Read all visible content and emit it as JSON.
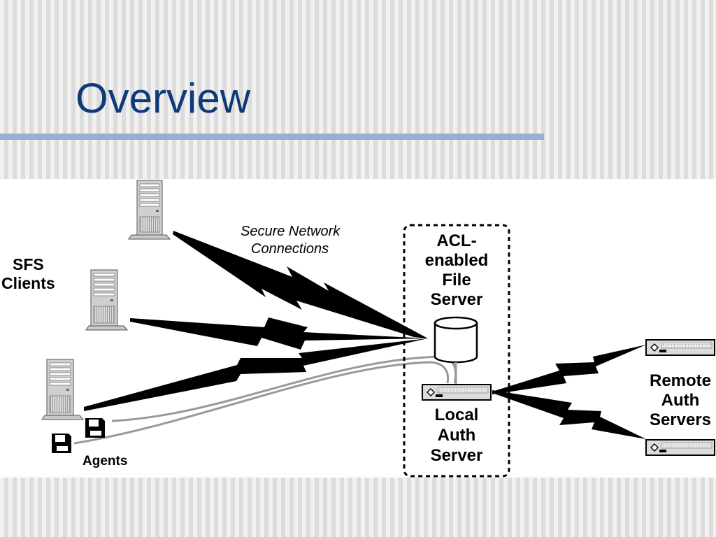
{
  "slide": {
    "title": "Overview"
  },
  "diagram": {
    "clients_label": [
      "SFS",
      "Clients"
    ],
    "network_label": [
      "Secure Network",
      "Connections"
    ],
    "file_server_label": [
      "ACL-",
      "enabled",
      "File",
      "Server"
    ],
    "local_auth_label": [
      "Local",
      "Auth",
      "Server"
    ],
    "remote_auth_label": [
      "Remote",
      "Auth",
      "Servers"
    ],
    "agents_label": "Agents"
  }
}
